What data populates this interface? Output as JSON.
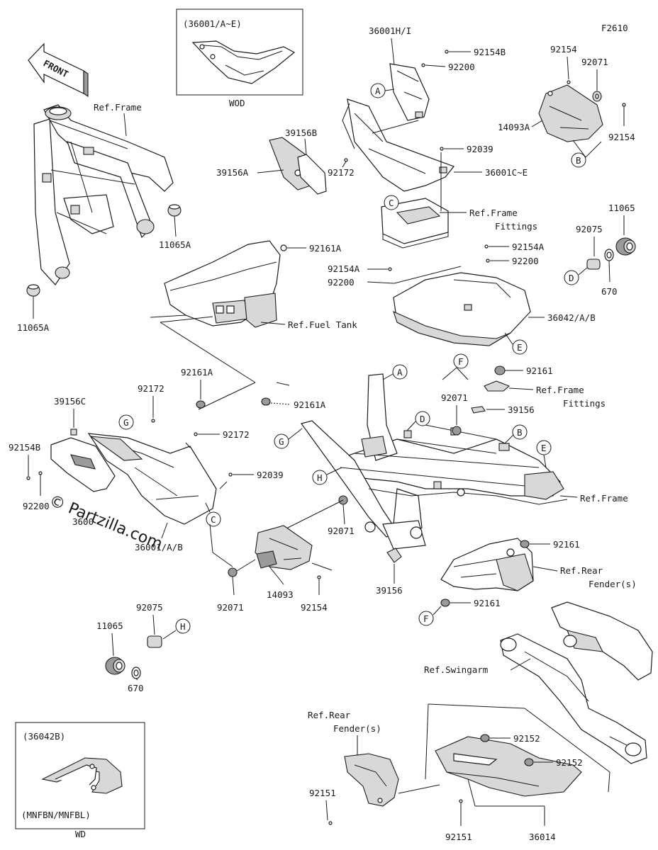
{
  "diagram_code": "F2610",
  "front_label": "FRONT",
  "watermark": "© Partzilla.com",
  "inset_top": {
    "title": "(36001/A~E)",
    "caption": "WOD"
  },
  "inset_bottom": {
    "title": "(36042B)",
    "subtitle": "(MNFBN/MNFBL)",
    "caption": "WD"
  },
  "labels": {
    "p36001HI": "36001H/I",
    "p92154B_top": "92154B",
    "p92200_top": "92200",
    "p92154_tr": "92154",
    "p92071_tr": "92071",
    "p14093A": "14093A",
    "p92154_tr2": "92154",
    "p39156B": "39156B",
    "p39156A": "39156A",
    "p92172_top": "92172",
    "p92039_top": "92039",
    "p36001CE": "36001C~E",
    "refFrameFittings1a": "Ref.Frame",
    "refFrameFittings1b": "Fittings",
    "p11065_r": "11065",
    "p92075_r": "92075",
    "p670_r": "670",
    "refFrame_top": "Ref.Frame",
    "p11065A_1": "11065A",
    "p11065A_2": "11065A",
    "p92161A_1": "92161A",
    "p92154A": "92154A",
    "p92154A_b": "92154A",
    "p92200_m1": "92200",
    "p92200_m2": "92200",
    "refFuelTank": "Ref.Fuel Tank",
    "p36042AB": "36042/A/B",
    "p92161_m": "92161",
    "refFrameFittings2a": "Ref.Frame",
    "refFrameFittings2b": "Fittings",
    "p92161A_2": "92161A",
    "p92172_l": "92172",
    "p39156C": "39156C",
    "p92161A_3": "92161A",
    "p92154B_l": "92154B",
    "p92172_l2": "92172",
    "p92039_l": "92039",
    "p92200_l": "92200",
    "p3600x": "3600",
    "p36001AB": "36001/A/B",
    "p92071_m": "92071",
    "p39156_m": "39156",
    "refFrame_m": "Ref.Frame",
    "p92071_c": "92071",
    "p92161_r": "92161",
    "refRearFender1a": "Ref.Rear",
    "refRearFender1b": "Fender(s)",
    "p39156_b": "39156",
    "p92161_r2": "92161",
    "p92071_b": "92071",
    "p14093": "14093",
    "p92154_b": "92154",
    "p92075_b": "92075",
    "p11065_b": "11065",
    "p670_b": "670",
    "refSwingarm": "Ref.Swingarm",
    "refRearFender2a": "Ref.Rear",
    "refRearFender2b": "Fender(s)",
    "p92152_1": "92152",
    "p92152_2": "92152",
    "p92151_1": "92151",
    "p92151_2": "92151",
    "p36014": "36014"
  },
  "callouts": {
    "A1": "A",
    "A2": "A",
    "B1": "B",
    "B2": "B",
    "C1": "C",
    "C2": "C",
    "D1": "D",
    "D2": "D",
    "E1": "E",
    "E2": "E",
    "F1": "F",
    "F2": "F",
    "G1": "G",
    "G2": "G",
    "H1": "H",
    "H2": "H"
  }
}
